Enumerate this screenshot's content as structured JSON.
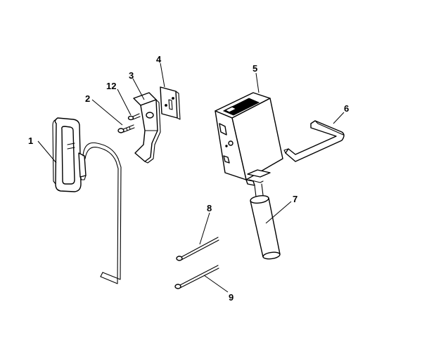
{
  "callouts": [
    {
      "id": "1",
      "label": "1"
    },
    {
      "id": "2",
      "label": "2"
    },
    {
      "id": "3",
      "label": "3"
    },
    {
      "id": "4",
      "label": "4"
    },
    {
      "id": "5",
      "label": "5"
    },
    {
      "id": "6",
      "label": "6"
    },
    {
      "id": "7",
      "label": "7"
    },
    {
      "id": "8",
      "label": "8"
    },
    {
      "id": "9",
      "label": "9"
    },
    {
      "id": "12",
      "label": "12"
    }
  ],
  "colors": {
    "line": "#000000",
    "background": "#ffffff"
  }
}
